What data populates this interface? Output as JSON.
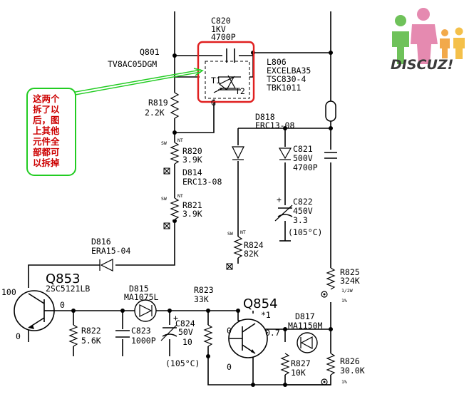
{
  "logo": {
    "text": "DISCUZ!"
  },
  "callout": {
    "lines": [
      "这两个",
      "拆了以",
      "后，图",
      "上其他",
      "元件全",
      "部都可",
      "以拆掉"
    ]
  },
  "components": {
    "c820": {
      "ref": "C820",
      "v1": "1KV",
      "v2": "4700P"
    },
    "q801": {
      "ref": "Q801",
      "part": "TV8AC05DGM"
    },
    "l806": {
      "ref": "L806",
      "v1": "EXCELBA35",
      "v2": "TSC830-4",
      "v3": "TBK1011"
    },
    "triac": {
      "t1": "T1",
      "t2": "T2",
      "g": "G"
    },
    "r819": {
      "ref": "R819",
      "val": "2.2K"
    },
    "d818": {
      "ref": "D818",
      "part": "ERC13-08"
    },
    "r820": {
      "ref": "R820",
      "val": "3.9K"
    },
    "d814": {
      "ref": "D814",
      "part": "ERC13-08"
    },
    "c821": {
      "ref": "C821",
      "v1": "500V",
      "v2": "4700P"
    },
    "r821": {
      "ref": "R821",
      "val": "3.9K"
    },
    "c822": {
      "ref": "C822",
      "v1": "450V",
      "v2": "3.3",
      "v3": "(105°C)",
      "plus": "+"
    },
    "r824": {
      "ref": "R824",
      "val": "82K"
    },
    "d816": {
      "ref": "D816",
      "part": "ERA15-04"
    },
    "q853": {
      "ref": "Q853",
      "part": "2SC5121LB"
    },
    "d815": {
      "ref": "D815",
      "part": "MA1075L"
    },
    "r823": {
      "ref": "R823",
      "val": "33K"
    },
    "q854": {
      "ref": "Q854",
      "note": "*1"
    },
    "r825": {
      "ref": "R825",
      "val": "324K",
      "w": "1/2W",
      "tol": "1%"
    },
    "d817": {
      "ref": "D817",
      "part": "MA1150M"
    },
    "r822": {
      "ref": "R822",
      "val": "5.6K"
    },
    "c823": {
      "ref": "C823",
      "val": "1000P"
    },
    "c824": {
      "ref": "C824",
      "v1": "50V",
      "v2": "10",
      "v3": "(105°C)",
      "plus": "+"
    },
    "r827": {
      "ref": "R827",
      "val": "10K"
    },
    "r826": {
      "ref": "R826",
      "val": "30.0K",
      "tol": "1%"
    }
  },
  "voltages": {
    "q853_base": "100",
    "q853_collector": "0",
    "q853_emitter": "0",
    "q854_collector": "0.7",
    "q854_base": "0",
    "q854_emitter": "0"
  },
  "tags": {
    "sw": "SW",
    "nt": "NT"
  },
  "colors": {
    "highlight": "#e02020",
    "callout_border": "#22cc22",
    "annotation": "#cc0000"
  }
}
